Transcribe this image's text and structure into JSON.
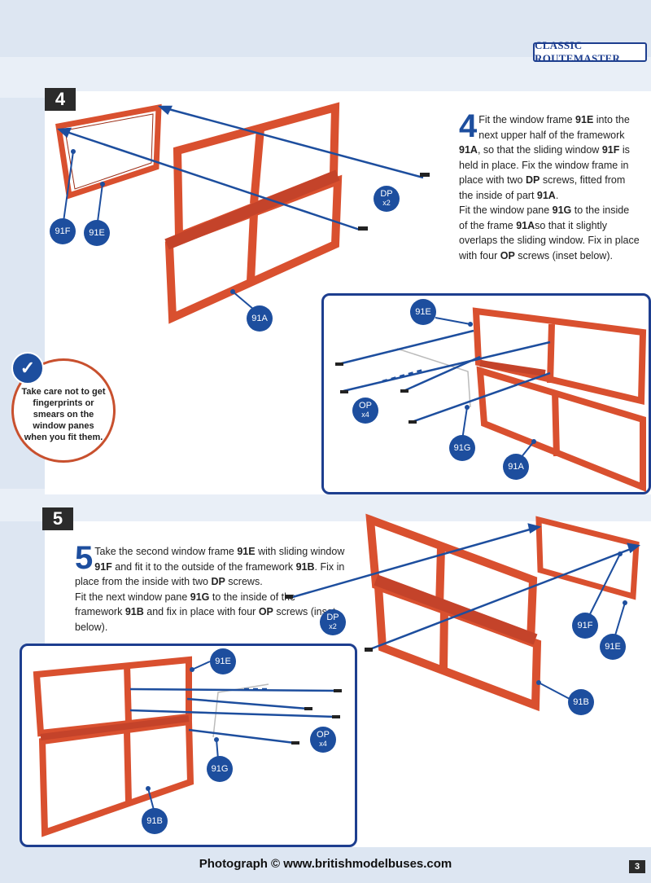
{
  "header": {
    "series_title": "CLASSIC ROUTEMASTER"
  },
  "step4": {
    "number": "4",
    "big_digit": "4",
    "text_parts": [
      "Fit the window frame ",
      "91E",
      " into the next upper half of the framework ",
      "91A",
      ", so that the sliding window ",
      "91F",
      " is held in place. Fix the window frame in place with two ",
      "DP",
      " screws, fitted from the inside of part ",
      "91A",
      ".",
      "Fit the window pane ",
      "91G",
      " to the inside of the frame ",
      "91A",
      "so that it slightly overlaps the sliding window. Fix in place with four ",
      "OP",
      " screws (inset below)."
    ],
    "labels": {
      "f91": "91F",
      "e91": "91E",
      "a91": "91A",
      "dp": "DP",
      "dp_qty": "x2"
    },
    "inset_labels": {
      "e91": "91E",
      "op": "OP",
      "op_qty": "x4",
      "g91": "91G",
      "a91": "91A"
    }
  },
  "tip": {
    "text": "Take care not to get fingerprints or smears on the window panes when you fit them."
  },
  "step5": {
    "number": "5",
    "big_digit": "5",
    "text_parts": [
      "Take the second window frame ",
      "91E",
      " with sliding window ",
      "91F",
      " and fit it to the outside of the framework ",
      "91B",
      ". Fix in place from the inside with two ",
      "DP",
      " screws.",
      "Fit the next window pane ",
      "91G",
      " to the inside of the framework ",
      "91B",
      " and fix in place with four ",
      "OP",
      " screws (inset below)."
    ],
    "labels": {
      "dp": "DP",
      "dp_qty": "x2",
      "f91": "91F",
      "e91": "91E",
      "b91": "91B"
    },
    "inset_labels": {
      "e91": "91E",
      "op": "OP",
      "op_qty": "x4",
      "g91": "91G",
      "b91": "91B"
    }
  },
  "footer": {
    "credit": "Photograph © www.britishmodelbuses.com",
    "page": "3"
  },
  "colors": {
    "frame_red": "#d9502f",
    "accent_blue": "#1d4e9e",
    "border_blue": "#1d3e8f"
  }
}
